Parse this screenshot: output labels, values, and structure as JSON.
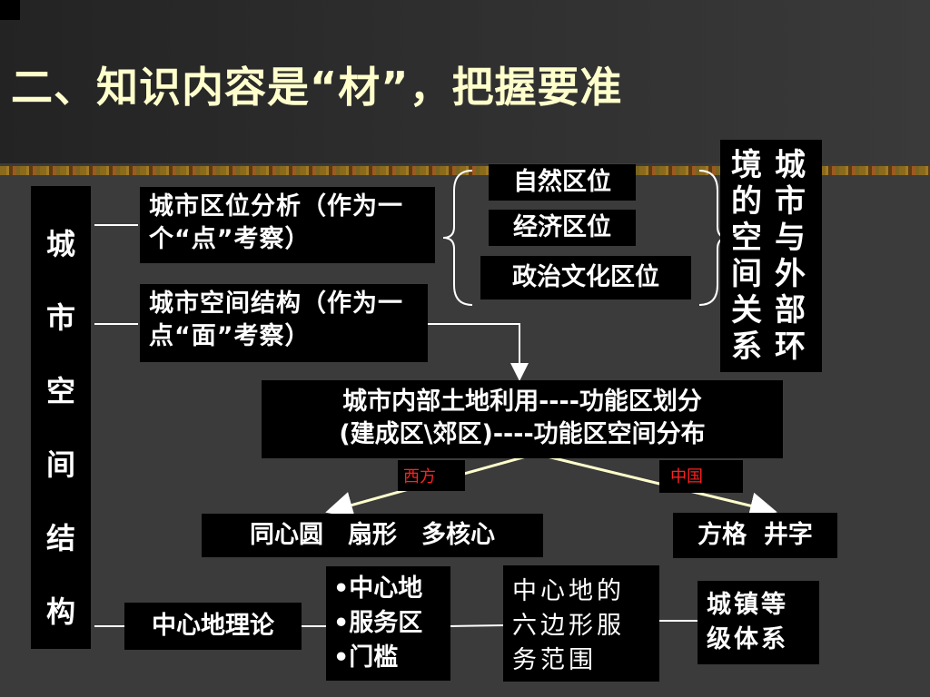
{
  "title": "二、知识内容是“材”，把握要准",
  "left_column": {
    "chars": [
      "城",
      "市",
      "空",
      "间",
      "结",
      "构"
    ]
  },
  "location_analysis": "城市区位分析（作为一个“点”考察）",
  "spatial_structure": "城市空间结构（作为一点“面”考察）",
  "locations": [
    "自然区位",
    "经济区位",
    "政治文化区位"
  ],
  "external_relation": {
    "col1": "城市与外部环",
    "col2": "境的空间关系"
  },
  "land_use": {
    "line1": "城市内部土地利用----功能区划分",
    "line2": "(建成区\\郊区)----功能区空间分布"
  },
  "labels": {
    "west": "西方",
    "china": "中国"
  },
  "western_models": "同心圆　扇形　多核心",
  "chinese_models": "方格  井字",
  "central_place": {
    "theory": "中心地理论",
    "bullets": [
      "•中心地",
      "•服务区",
      "•门槛"
    ],
    "hexagon": "中心地的六边形服务范围",
    "hierarchy": "城镇等级体系"
  }
}
